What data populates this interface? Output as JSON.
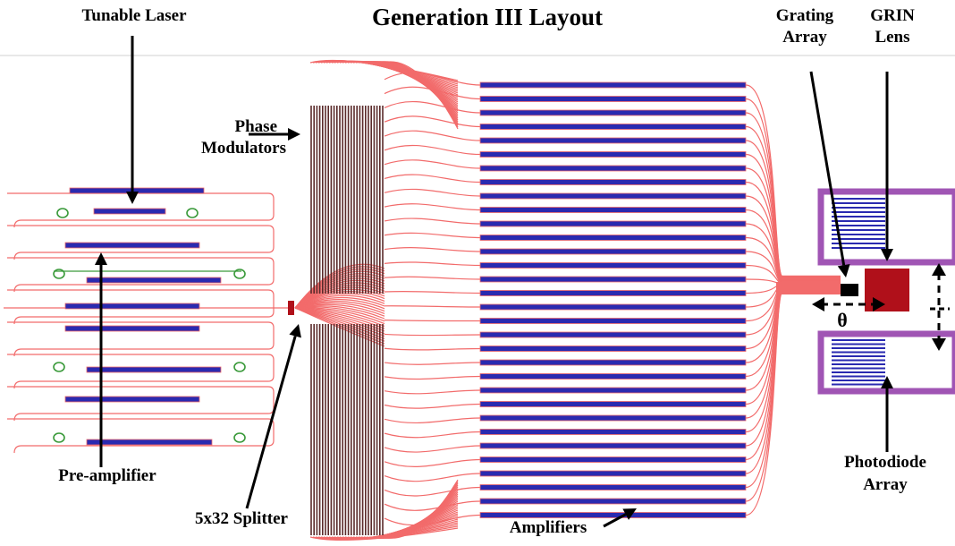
{
  "title": "Generation III Layout",
  "labels": {
    "tunable_laser": "Tunable Laser",
    "grating_array_1": "Grating",
    "grating_array_2": "Array",
    "grin_lens_1": "GRIN",
    "grin_lens_2": "Lens",
    "phase_modulators_1": "Phase",
    "phase_modulators_2": "Modulators",
    "pre_amplifier": "Pre-amplifier",
    "splitter": "5x32 Splitter",
    "amplifiers": "Amplifiers",
    "photodiode_array_1": "Photodiode",
    "photodiode_array_2": "Array",
    "theta": "θ"
  },
  "colors": {
    "waveguide": "#f26b6b",
    "amplifier_bar": "#2a2ab0",
    "modulator": "#5a2a2a",
    "grin_lens": "#b0101a",
    "photodiode_frame": "#a055b4",
    "ring": "#3a9a3a"
  }
}
